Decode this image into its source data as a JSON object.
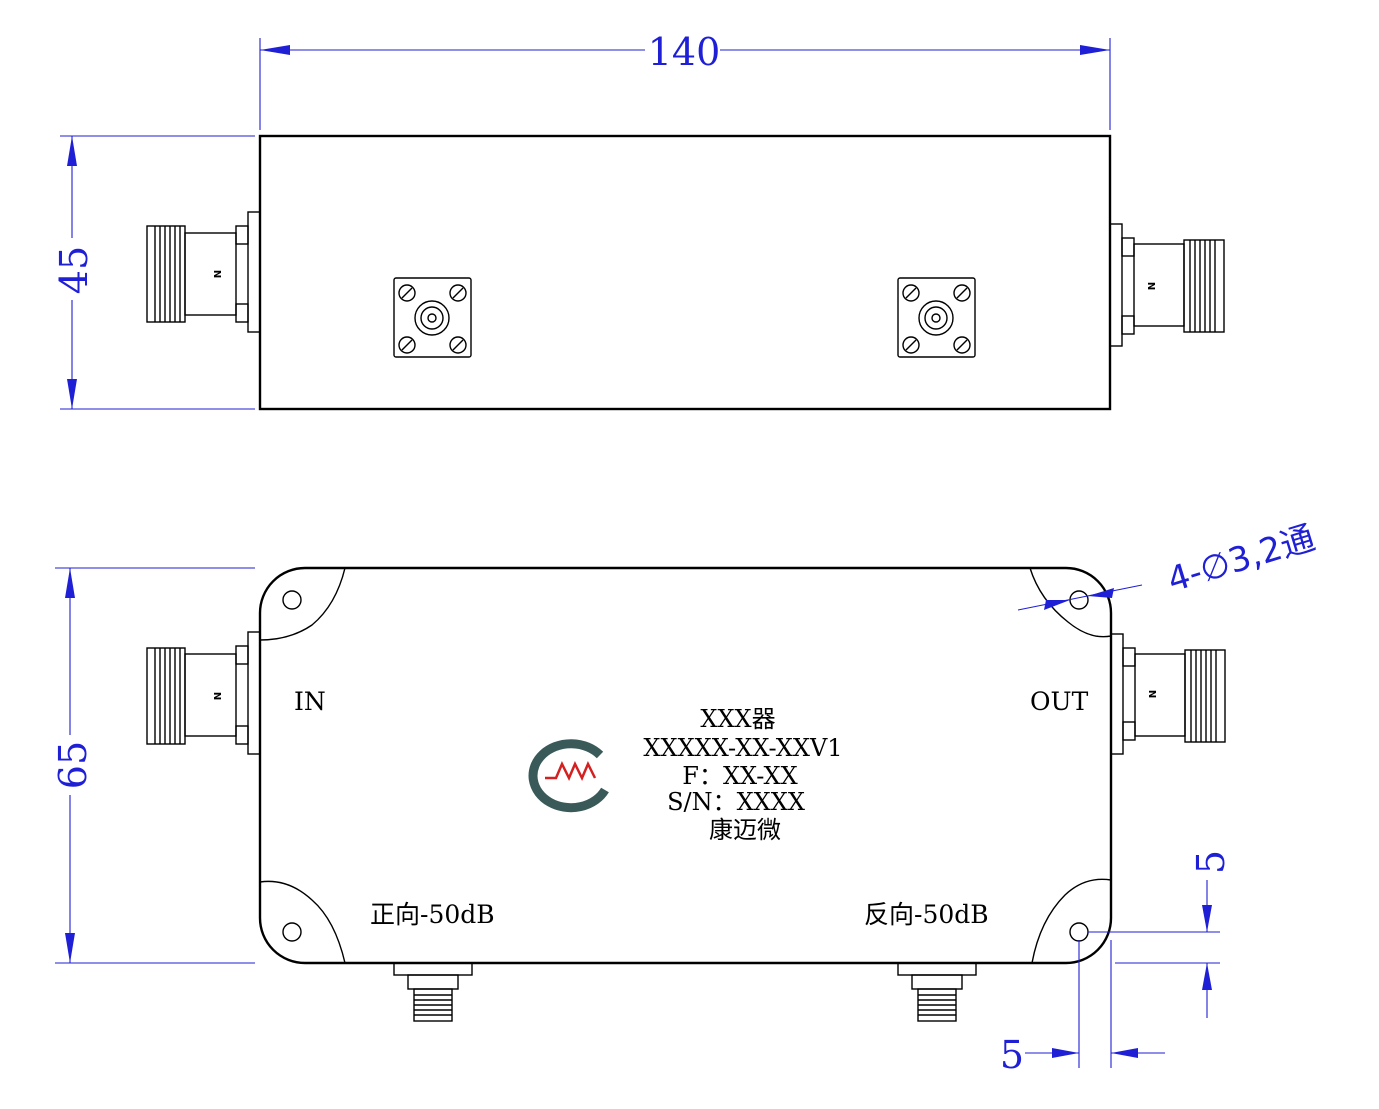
{
  "dimensions": {
    "width_top": "140",
    "height_top": "45",
    "height_bottom": "65",
    "edge_offset_v": "5",
    "edge_offset_h": "5",
    "hole_spec": "4-∅3,2通"
  },
  "ports": {
    "in": "IN",
    "out": "OUT",
    "connector_mark": "N"
  },
  "label": {
    "line1": "XXX器",
    "line2": "XXXXX-XX-XXV1",
    "line3": "F：XX-XX",
    "line4": "S/N：XXXX",
    "line5": "康迈微"
  },
  "coupled_ports": {
    "forward": "正向-50dB",
    "reverse": "反向-50dB"
  },
  "colors": {
    "dimension": "#1f1fd6",
    "outline": "#000000",
    "logo_gray": "#3a5a5a",
    "logo_red": "#d42020"
  }
}
